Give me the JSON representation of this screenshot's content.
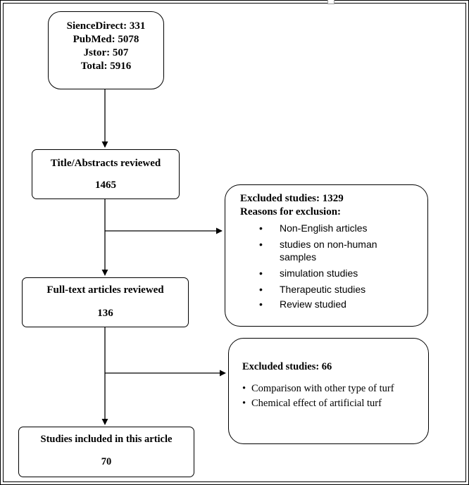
{
  "flow": {
    "sources": {
      "lines": [
        "SienceDirect: 331",
        "PubMed: 5078",
        "Jstor: 507",
        "Total: 5916"
      ]
    },
    "title_abstracts": {
      "label": "Title/Abstracts reviewed",
      "count": "1465"
    },
    "fulltext": {
      "label": "Full-text articles reviewed",
      "count": "136"
    },
    "included": {
      "label": "Studies included in this article",
      "count": "70"
    }
  },
  "exclusion_1": {
    "heading": "Excluded studies: 1329",
    "subheading": "Reasons for exclusion:",
    "bullet_glyph": "•",
    "reasons": [
      [
        "Non-English articles"
      ],
      [
        "studies on non-human",
        "samples"
      ],
      [
        "simulation studies"
      ],
      [
        "Therapeutic studies"
      ],
      [
        "Review studied"
      ]
    ]
  },
  "exclusion_2": {
    "heading": "Excluded studies: 66",
    "bullet_glyph": "•",
    "reasons": [
      "Comparison with other type of turf",
      "Chemical effect of artificial turf"
    ]
  }
}
